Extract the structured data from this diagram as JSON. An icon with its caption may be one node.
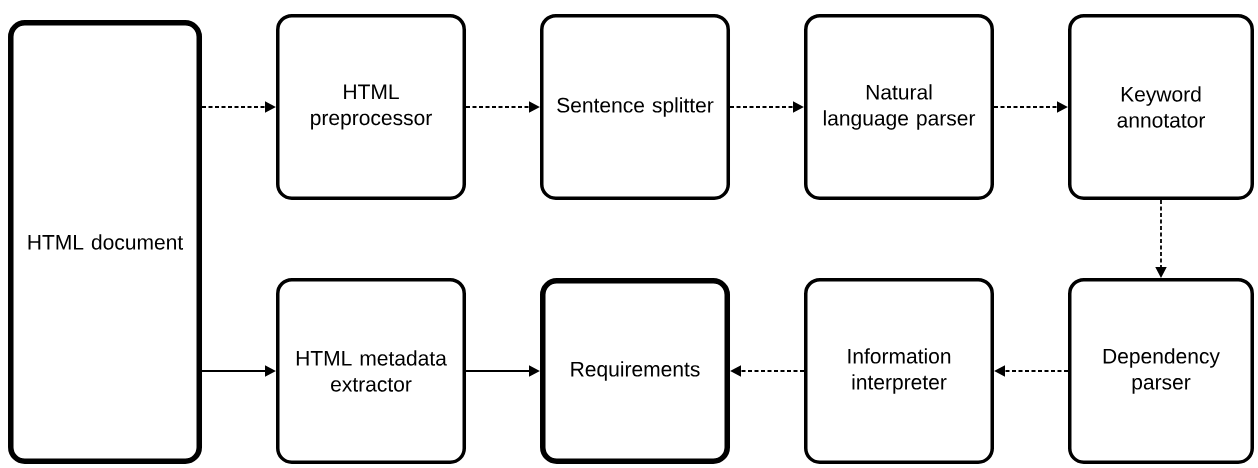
{
  "diagram": {
    "nodes": [
      {
        "text": [
          "HTML document"
        ]
      },
      {
        "text": [
          "HTML preprocessor"
        ]
      },
      {
        "text": [
          "Sentence splitter"
        ]
      },
      {
        "text": [
          "Natural language parser"
        ]
      },
      {
        "text": [
          "Keyword annotator"
        ]
      },
      {
        "text": [
          "HTML metadata extractor"
        ]
      },
      {
        "text": [
          "Requirements"
        ]
      },
      {
        "text": [
          "Information interpreter"
        ]
      },
      {
        "text": [
          "Dependency parser"
        ]
      }
    ],
    "edges": [
      {
        "from": 0,
        "to": 1,
        "arrow": "to",
        "style": "dashed"
      },
      {
        "from": 1,
        "to": 2,
        "arrow": "to",
        "style": "dashed"
      },
      {
        "from": 2,
        "to": 3,
        "arrow": "to",
        "style": "dashed"
      },
      {
        "from": 3,
        "to": 4,
        "arrow": "to",
        "style": "dashed"
      },
      {
        "from": 4,
        "to": 8,
        "arrow": "to",
        "style": "dashed"
      },
      {
        "from": 8,
        "to": 7,
        "arrow": "to",
        "style": "dashed"
      },
      {
        "from": 7,
        "to": 6,
        "arrow": "to",
        "style": "dashed"
      },
      {
        "from": 0,
        "to": 5,
        "arrow": "to"
      },
      {
        "from": 5,
        "to": 6,
        "arrow": "to"
      }
    ]
  }
}
